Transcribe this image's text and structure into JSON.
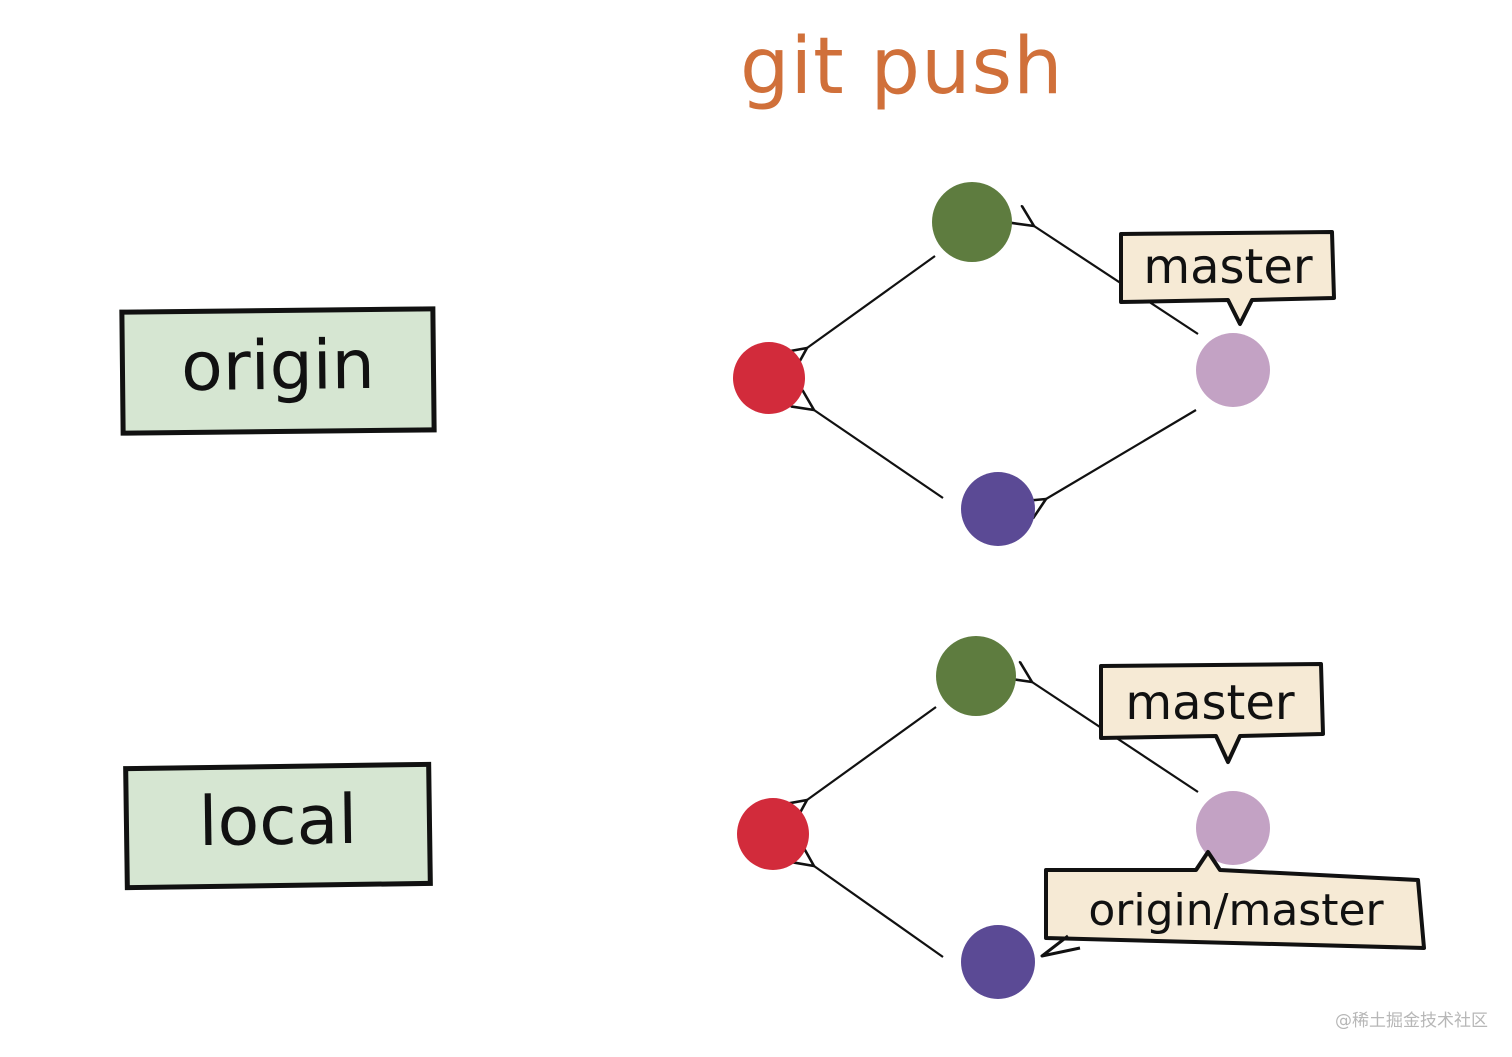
{
  "title": "git push",
  "sections": {
    "origin": {
      "label": "origin",
      "branch_labels": {
        "master": "master"
      }
    },
    "local": {
      "label": "local",
      "branch_labels": {
        "master": "master",
        "origin_master": "origin/master"
      }
    }
  },
  "colors": {
    "title": "#d0703a",
    "box_fill": "#d6e6d2",
    "label_fill": "#f6ead5",
    "commit_red": "#d22b3b",
    "commit_green": "#5e7c3f",
    "commit_purple": "#5b4a95",
    "commit_lavender": "#c3a2c4"
  },
  "watermark": "@稀土掘金技术社区"
}
